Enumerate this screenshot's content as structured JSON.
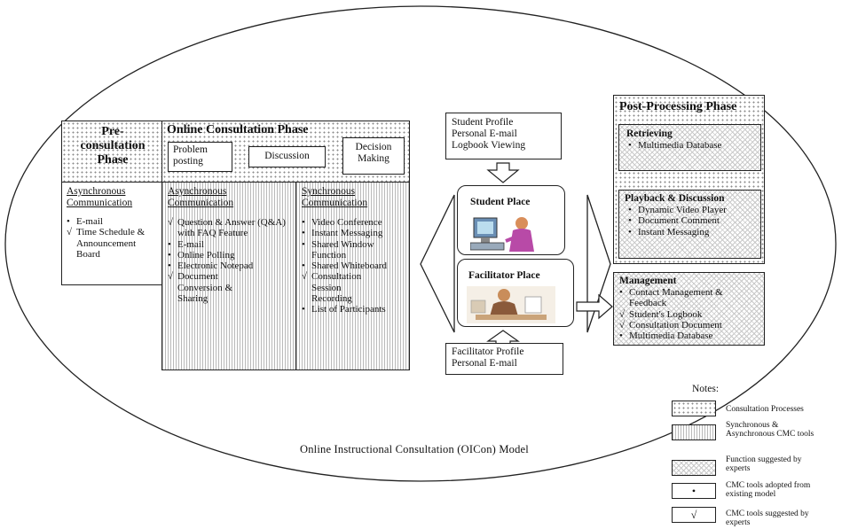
{
  "title": "Online Instructional Consultation (OICon) Model",
  "pre_consultation": {
    "title": "Pre-consultation Phase",
    "comm_title": "Asynchronous Communication",
    "items": [
      {
        "mark": "dot",
        "text": "E-mail"
      },
      {
        "mark": "check",
        "text": "Time Schedule & Announcement Board"
      }
    ]
  },
  "online_consultation": {
    "title": "Online Consultation Phase",
    "process_steps": [
      "Problem posting",
      "Discussion",
      "Decision Making"
    ],
    "async": {
      "title": "Asynchronous Communication",
      "items": [
        {
          "mark": "check",
          "text": "Question & Answer (Q&A) with FAQ Feature"
        },
        {
          "mark": "dot",
          "text": "E-mail"
        },
        {
          "mark": "dot",
          "text": "Online Polling"
        },
        {
          "mark": "dot",
          "text": "Electronic Notepad"
        },
        {
          "mark": "check",
          "text": "Document Conversion & Sharing"
        }
      ]
    },
    "sync": {
      "title": "Synchronous Communication",
      "items": [
        {
          "mark": "dot",
          "text": "Video Conference"
        },
        {
          "mark": "dot",
          "text": "Instant Messaging"
        },
        {
          "mark": "dot",
          "text": "Shared Window Function"
        },
        {
          "mark": "dot",
          "text": "Shared Whiteboard"
        },
        {
          "mark": "check",
          "text": "Consultation Session Recording"
        },
        {
          "mark": "dot",
          "text": "List of Participants"
        }
      ]
    }
  },
  "student_info": [
    "Student Profile",
    "Personal E-mail",
    "Logbook Viewing"
  ],
  "student_place": "Student Place",
  "facilitator_place": "Facilitator Place",
  "facilitator_info": [
    "Facilitator Profile",
    "Personal E-mail"
  ],
  "post_processing": {
    "title": "Post-Processing Phase",
    "retrieving": {
      "title": "Retrieving",
      "items": [
        {
          "mark": "dot",
          "text": "Multimedia Database"
        }
      ]
    },
    "playback": {
      "title": "Playback & Discussion",
      "items": [
        {
          "mark": "dot",
          "text": "Dynamic Video Player"
        },
        {
          "mark": "dot",
          "text": "Document Comment"
        },
        {
          "mark": "dot",
          "text": "Instant Messaging"
        }
      ]
    }
  },
  "management": {
    "title": "Management",
    "items": [
      {
        "mark": "dot",
        "text": "Contact Management & Feedback"
      },
      {
        "mark": "check",
        "text": "Student's Logbook"
      },
      {
        "mark": "check",
        "text": "Consultation Document"
      },
      {
        "mark": "dot",
        "text": "Multimedia Database"
      }
    ]
  },
  "notes": {
    "title": "Notes:",
    "entries": [
      {
        "swatch": "dots",
        "symbol": "",
        "label": "Consultation Processes"
      },
      {
        "swatch": "vlines",
        "symbol": "",
        "label": "Synchronous & Asynchronous CMC tools"
      },
      {
        "swatch": "hatch",
        "symbol": "",
        "label": "Function suggested by experts"
      },
      {
        "swatch": "plain",
        "symbol": "•",
        "label": "CMC tools adopted from existing model"
      },
      {
        "swatch": "plain",
        "symbol": "√",
        "label": "CMC tools suggested by experts"
      }
    ]
  }
}
